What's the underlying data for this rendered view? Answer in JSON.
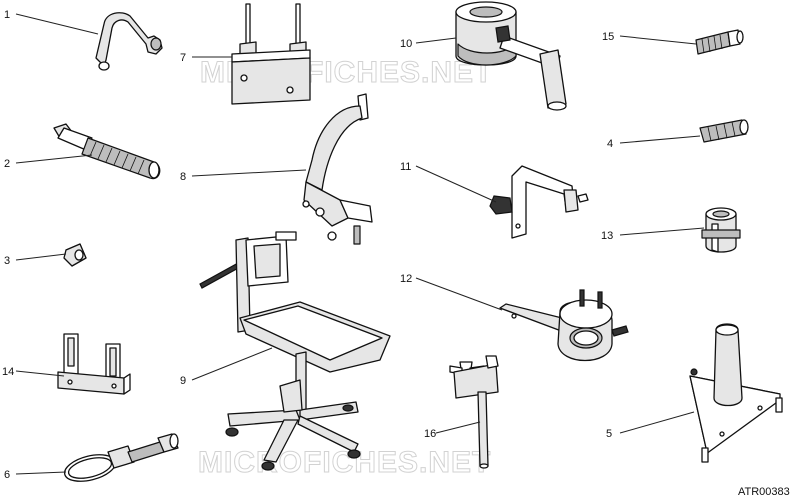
{
  "diagram": {
    "reference_code": "ATR00383",
    "watermark": "MICROFICHES.NET",
    "callouts": [
      {
        "id": "c1",
        "label": "1"
      },
      {
        "id": "c2",
        "label": "2"
      },
      {
        "id": "c3",
        "label": "3"
      },
      {
        "id": "c14",
        "label": "14"
      },
      {
        "id": "c6",
        "label": "6"
      },
      {
        "id": "c7",
        "label": "7"
      },
      {
        "id": "c8",
        "label": "8"
      },
      {
        "id": "c9",
        "label": "9"
      },
      {
        "id": "c10",
        "label": "10"
      },
      {
        "id": "c11",
        "label": "11"
      },
      {
        "id": "c12",
        "label": "12"
      },
      {
        "id": "c16",
        "label": "16"
      },
      {
        "id": "c15",
        "label": "15"
      },
      {
        "id": "c4",
        "label": "4"
      },
      {
        "id": "c13",
        "label": "13"
      },
      {
        "id": "c5",
        "label": "5"
      }
    ]
  }
}
